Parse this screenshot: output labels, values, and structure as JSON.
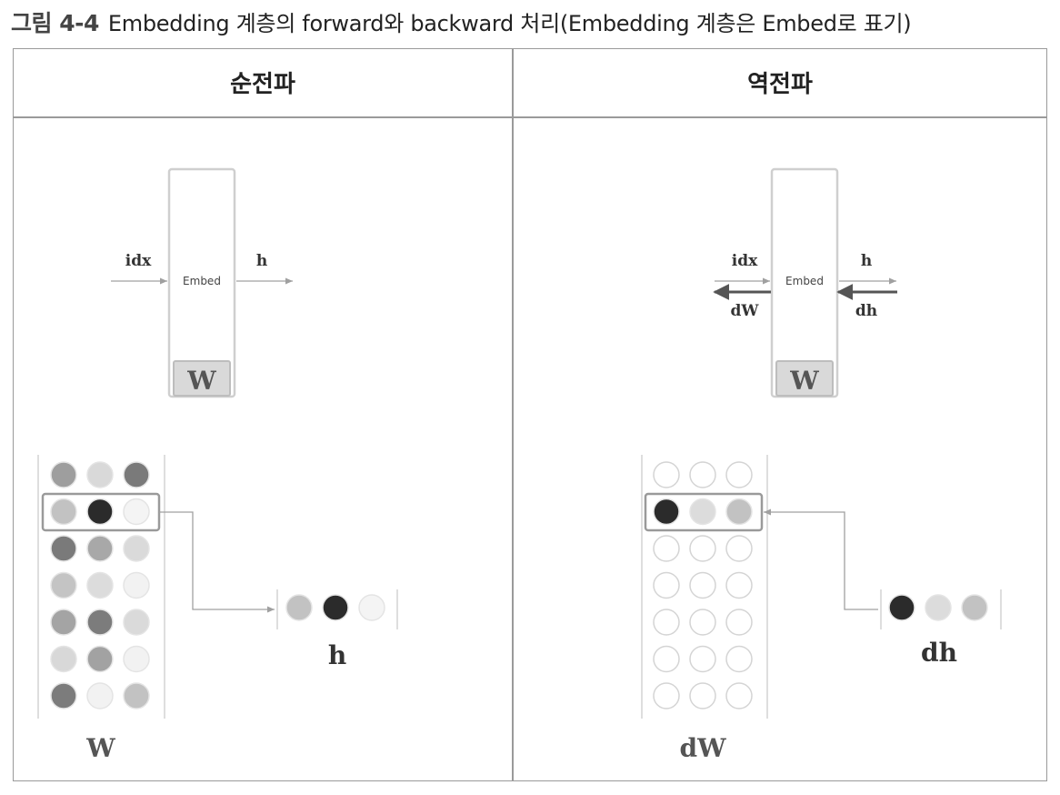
{
  "caption": {
    "number": "그림 4-4",
    "text": "Embedding 계층의 forward와 backward 처리(Embedding 계층은 Embed로 표기)"
  },
  "panels": {
    "forward": {
      "title": "순전파",
      "layer": {
        "label": "Embed",
        "weight": "W",
        "input": "idx",
        "output": "h"
      },
      "matrix_label": "W",
      "vector_label": "h",
      "matrix_shades": [
        [
          "#9e9e9e",
          "#d9d9d9",
          "#7a7a7a"
        ],
        [
          "#c2c2c2",
          "#2b2b2b",
          "#f4f4f4"
        ],
        [
          "#7a7a7a",
          "#a8a8a8",
          "#dadada"
        ],
        [
          "#c4c4c4",
          "#dcdcdc",
          "#f2f2f2"
        ],
        [
          "#a4a4a4",
          "#7c7c7c",
          "#dadada"
        ],
        [
          "#d8d8d8",
          "#a2a2a2",
          "#f2f2f2"
        ],
        [
          "#7c7c7c",
          "#f2f2f2",
          "#c2c2c2"
        ]
      ],
      "selected_row": 1,
      "vector_shades": [
        "#c2c2c2",
        "#2b2b2b",
        "#f4f4f4"
      ]
    },
    "backward": {
      "title": "역전파",
      "layer": {
        "label": "Embed",
        "weight": "W",
        "input": "idx",
        "output": "h",
        "grad_in": "dh",
        "grad_out": "dW"
      },
      "matrix_label": "dW",
      "vector_label": "dh",
      "matrix_shades": [
        [
          "#ffffff",
          "#ffffff",
          "#ffffff"
        ],
        [
          "#2b2b2b",
          "#dcdcdc",
          "#c2c2c2"
        ],
        [
          "#ffffff",
          "#ffffff",
          "#ffffff"
        ],
        [
          "#ffffff",
          "#ffffff",
          "#ffffff"
        ],
        [
          "#ffffff",
          "#ffffff",
          "#ffffff"
        ],
        [
          "#ffffff",
          "#ffffff",
          "#ffffff"
        ],
        [
          "#ffffff",
          "#ffffff",
          "#ffffff"
        ]
      ],
      "selected_row": 1,
      "vector_shades": [
        "#2b2b2b",
        "#dcdcdc",
        "#c2c2c2"
      ]
    }
  }
}
